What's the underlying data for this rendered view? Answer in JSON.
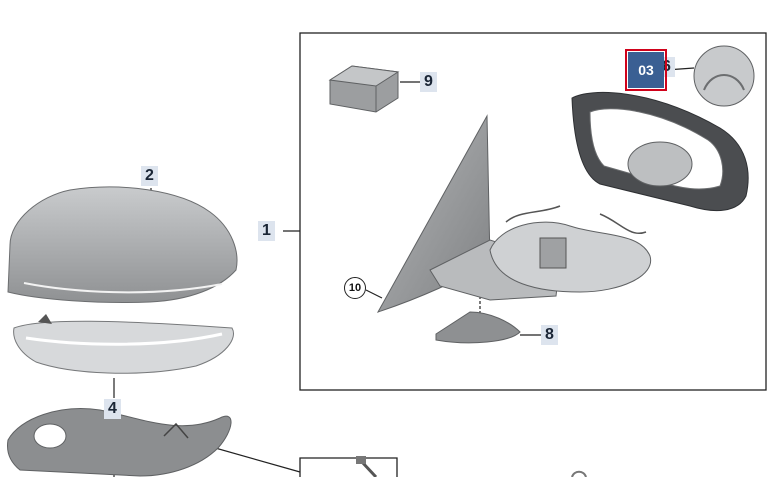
{
  "labels": {
    "part1": "1",
    "part2": "2",
    "part4": "4",
    "part8": "8",
    "part9": "9",
    "part10": "10",
    "part6_partial": "6",
    "hotspot": "03"
  },
  "colors": {
    "label_bg": "#dde4ee",
    "hotspot_bg": "#3a5f93",
    "hotspot_border": "#d0021b",
    "part_gray": "#a9abad"
  }
}
